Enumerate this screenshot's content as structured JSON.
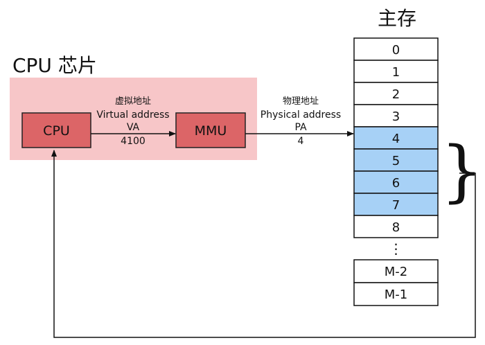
{
  "chip": {
    "title": "CPU 芯片",
    "fill": "#f7c6c8"
  },
  "cpu": {
    "label": "CPU",
    "fill": "#dc6567"
  },
  "mmu": {
    "label": "MMU",
    "fill": "#dc6567"
  },
  "virtual_address": {
    "zh": "虚拟地址",
    "en": "Virtual address",
    "abbr": "VA",
    "value": "4100"
  },
  "physical_address": {
    "zh": "物理地址",
    "en": "Physical address",
    "abbr": "PA",
    "value": "4"
  },
  "memory": {
    "title": "主存",
    "highlight_fill": "#a7d1f6",
    "cells": [
      {
        "label": "0",
        "highlighted": false
      },
      {
        "label": "1",
        "highlighted": false
      },
      {
        "label": "2",
        "highlighted": false
      },
      {
        "label": "3",
        "highlighted": false
      },
      {
        "label": "4",
        "highlighted": true
      },
      {
        "label": "5",
        "highlighted": true
      },
      {
        "label": "6",
        "highlighted": true
      },
      {
        "label": "7",
        "highlighted": true
      },
      {
        "label": "8",
        "highlighted": false
      }
    ],
    "ellipsis": "⋮",
    "tail_cells": [
      "M-2",
      "M-1"
    ]
  },
  "bracket": "}"
}
